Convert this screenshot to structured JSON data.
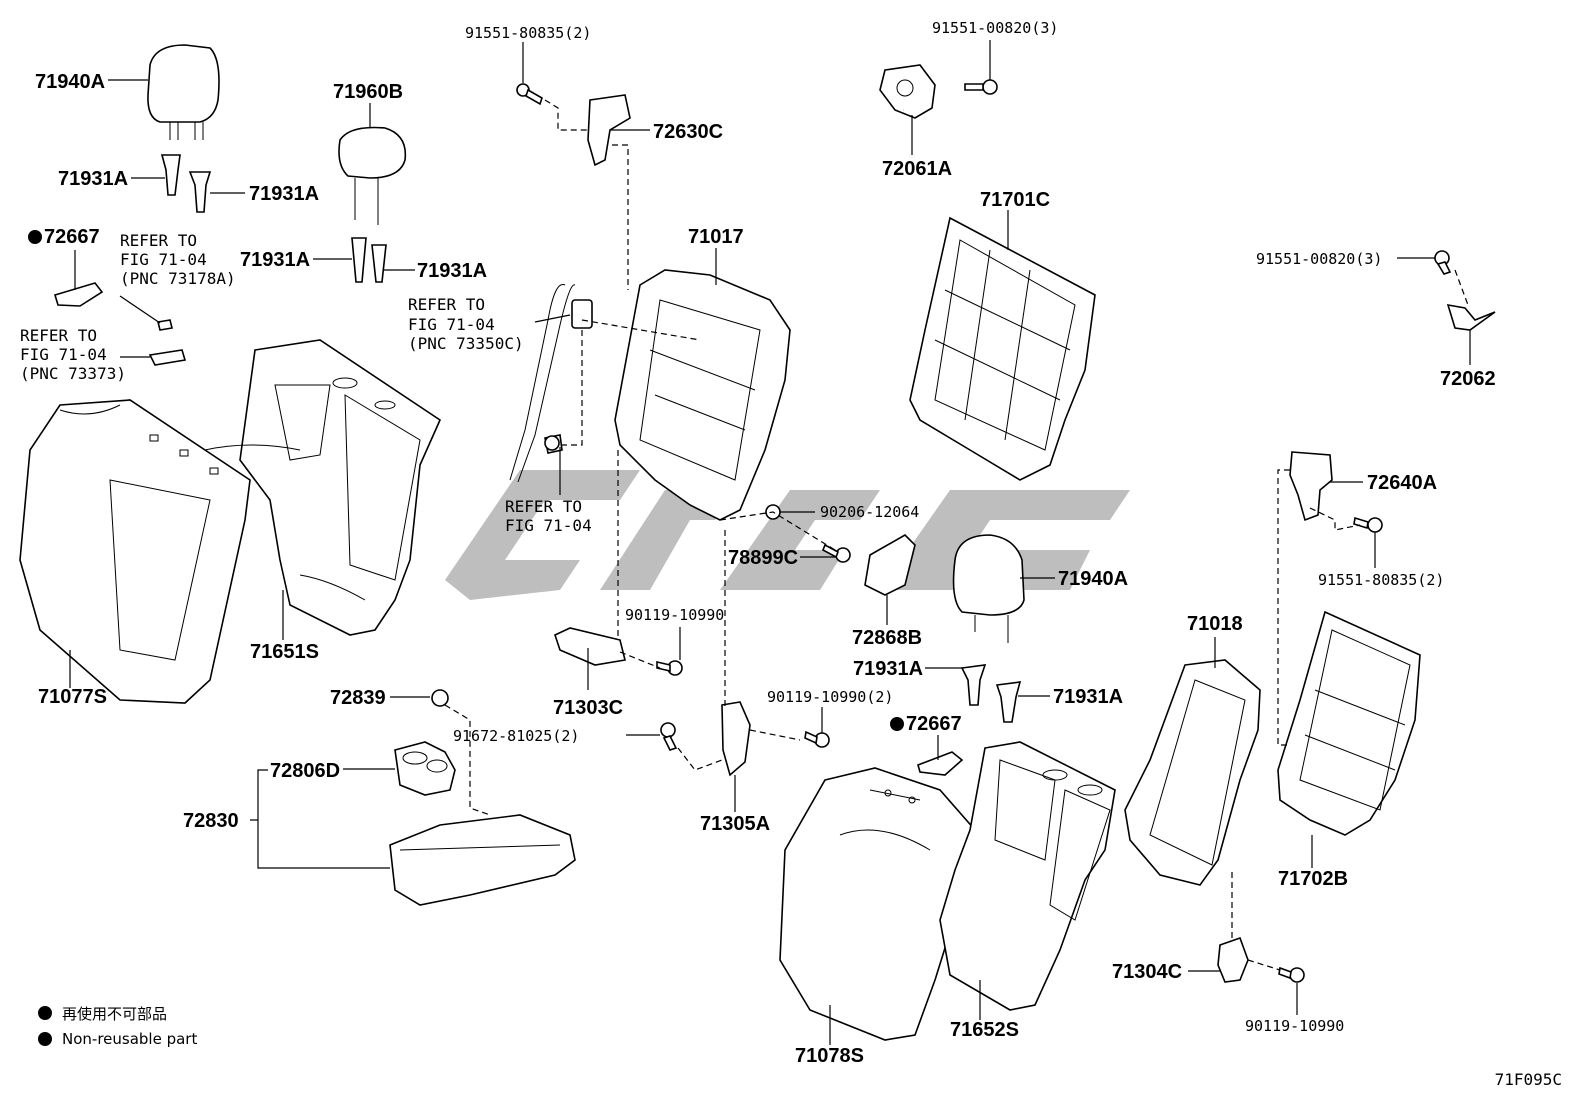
{
  "labels": {
    "l71940A_top": "71940A",
    "l71960B": "71960B",
    "l71931A_1": "71931A",
    "l71931A_2": "71931A",
    "l71931A_3": "71931A",
    "l71931A_4": "71931A",
    "l72667_left": "72667",
    "l71077S": "71077S",
    "l71651S": "71651S",
    "l72630C": "72630C",
    "l71017": "71017",
    "l72061A": "72061A",
    "l71701C": "71701C",
    "l72062": "72062",
    "l72640A": "72640A",
    "l71940A_right": "71940A",
    "l72868B": "72868B",
    "l71931A_5": "71931A",
    "l71931A_6": "71931A",
    "l72667_right": "72667",
    "l71018": "71018",
    "l71702B": "71702B",
    "l72839": "72839",
    "l72806D": "72806D",
    "l72830": "72830",
    "l71303C": "71303C",
    "l71305A": "71305A",
    "l78899C": "78899C",
    "l71078S": "71078S",
    "l71652S": "71652S",
    "l71304C": "71304C"
  },
  "codes": {
    "c1": "91551-80835(2)",
    "c2": "91551-00820(3)",
    "c3": "91551-00820(3)",
    "c4": "91551-80835(2)",
    "c5": "90206-12064",
    "c6": "90119-10990",
    "c7": "90119-10990(2)",
    "c8": "91672-81025(2)",
    "c9": "90119-10990"
  },
  "refs": {
    "r1": [
      "REFER TO",
      "FIG 71-04",
      "(PNC 73178A)"
    ],
    "r2": [
      "REFER TO",
      "FIG 71-04",
      "(PNC 73373)"
    ],
    "r3": [
      "REFER TO",
      "FIG 71-04",
      "(PNC 73350C)"
    ],
    "r4": [
      "REFER TO",
      "FIG 71-04"
    ]
  },
  "legend": [
    {
      "text": "再使用不可部品"
    },
    {
      "text": "Non-reusable part"
    }
  ],
  "figure_code": "71F095C"
}
